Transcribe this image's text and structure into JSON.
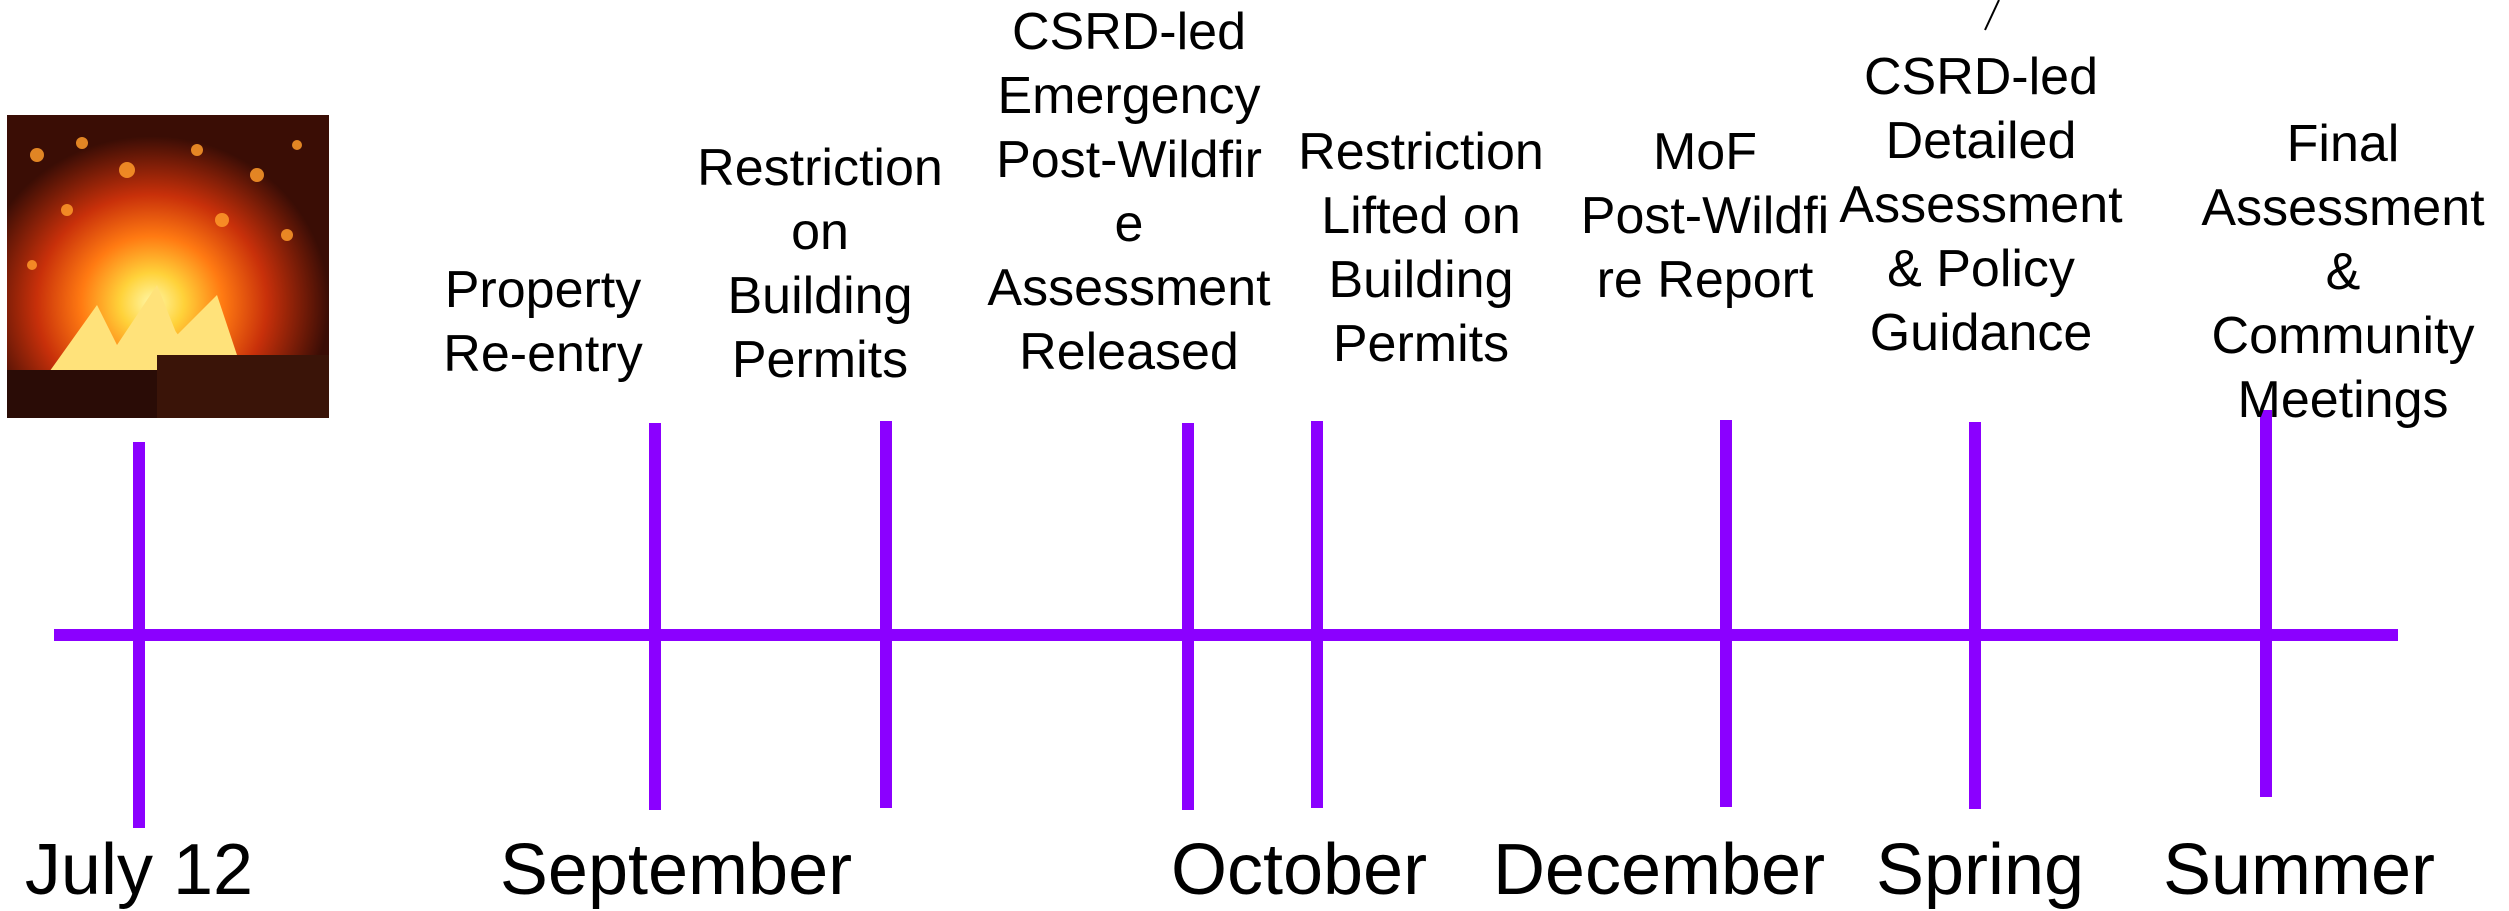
{
  "colors": {
    "timeline": "#8b00ff",
    "background": "#ffffff",
    "text": "#000000"
  },
  "image": {
    "description_icon": "wildfire-photo"
  },
  "events": [
    {
      "label": "Property\nRe-entry"
    },
    {
      "label": "Restriction\non\nBuilding\nPermits"
    },
    {
      "label": "CSRD-led\nEmergency\nPost-Wildfir\ne\nAssessment\nReleased"
    },
    {
      "label": "Restriction\nLifted on\nBuilding\nPermits"
    },
    {
      "label": "MoF\nPost-Wildfi\nre Report"
    },
    {
      "label": "CSRD-led\nDetailed\nAssessment\n& Policy\nGuidance"
    },
    {
      "label": "Final\nAssessment &\nCommunity\nMeetings"
    }
  ],
  "dates": [
    {
      "label": "July 12"
    },
    {
      "label": "September"
    },
    {
      "label": "October"
    },
    {
      "label": "December"
    },
    {
      "label": "Spring"
    },
    {
      "label": "Summer"
    }
  ]
}
